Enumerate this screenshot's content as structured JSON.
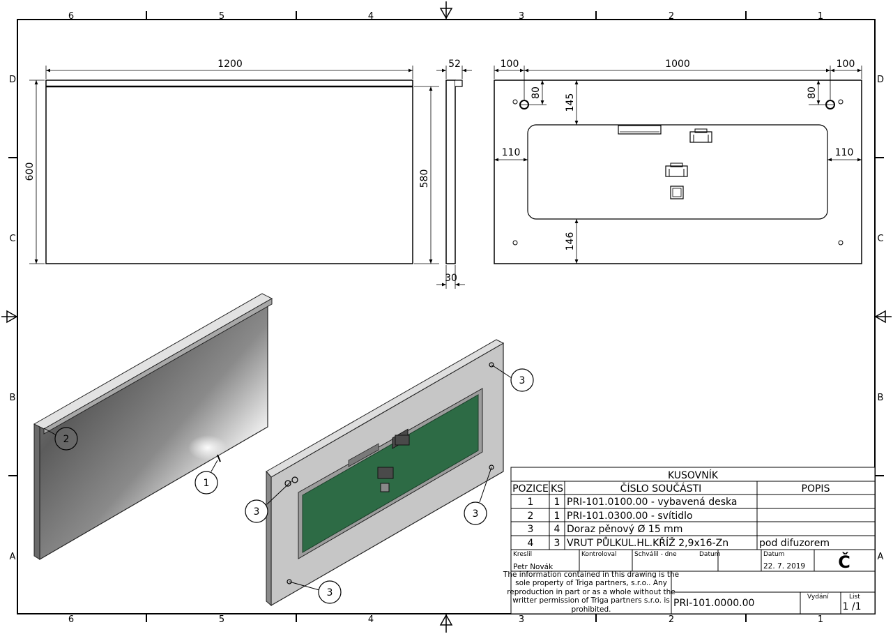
{
  "zones": {
    "columns": [
      "6",
      "5",
      "4",
      "3",
      "2",
      "1"
    ],
    "rows": [
      "D",
      "C",
      "B",
      "A"
    ]
  },
  "dimensions": {
    "front_width": "1200",
    "front_height": "600",
    "front_inner_height": "580",
    "side_top": "52",
    "side_bottom": "30",
    "back_left_margin": "100",
    "back_center": "1000",
    "back_right_margin": "100",
    "back_hole_left": "80",
    "back_hole_right": "80",
    "back_top": "145",
    "back_side_left": "110",
    "back_side_right": "110",
    "back_bottom": "146"
  },
  "balloons": [
    "2",
    "1",
    "3",
    "3",
    "3",
    "3"
  ],
  "bom": {
    "title": "KUSOVNÍK",
    "headers": [
      "POZICE",
      "KS",
      "ČÍSLO SOUČÁSTI",
      "POPIS"
    ],
    "rows": [
      [
        "1",
        "1",
        "PRI-101.0100.00 - vybavená deska",
        ""
      ],
      [
        "2",
        "1",
        "PRI-101.0300.00 - svítidlo",
        ""
      ],
      [
        "3",
        "4",
        "Doraz pěnový Ø 15 mm",
        ""
      ],
      [
        "4",
        "3",
        "VRUT PŮLKUL.HL.KŘÍŽ 2,9x16-Zn",
        "pod difuzorem"
      ]
    ]
  },
  "title_block": {
    "drawn_label": "Kreslil",
    "drawn_by": "Petr Novák",
    "checked_label": "Kontroloval",
    "approved_label": "Schválil - dne",
    "date_label_1": "Datum",
    "date_label_2": "Datum",
    "date": "22. 7. 2019",
    "revision_mark": "Č",
    "note_lines": [
      "The information contained in this drawing is the",
      "sole property of Triga partners, s.r.o.. Any",
      "reproduction in part or as a whole without the",
      "writter permission of Triga partners s.r.o. is",
      "prohibited."
    ],
    "drawing_number": "PRI-101.0000.00",
    "issue_label": "Vydání",
    "sheet_label": "List",
    "sheet": "1 /1"
  }
}
